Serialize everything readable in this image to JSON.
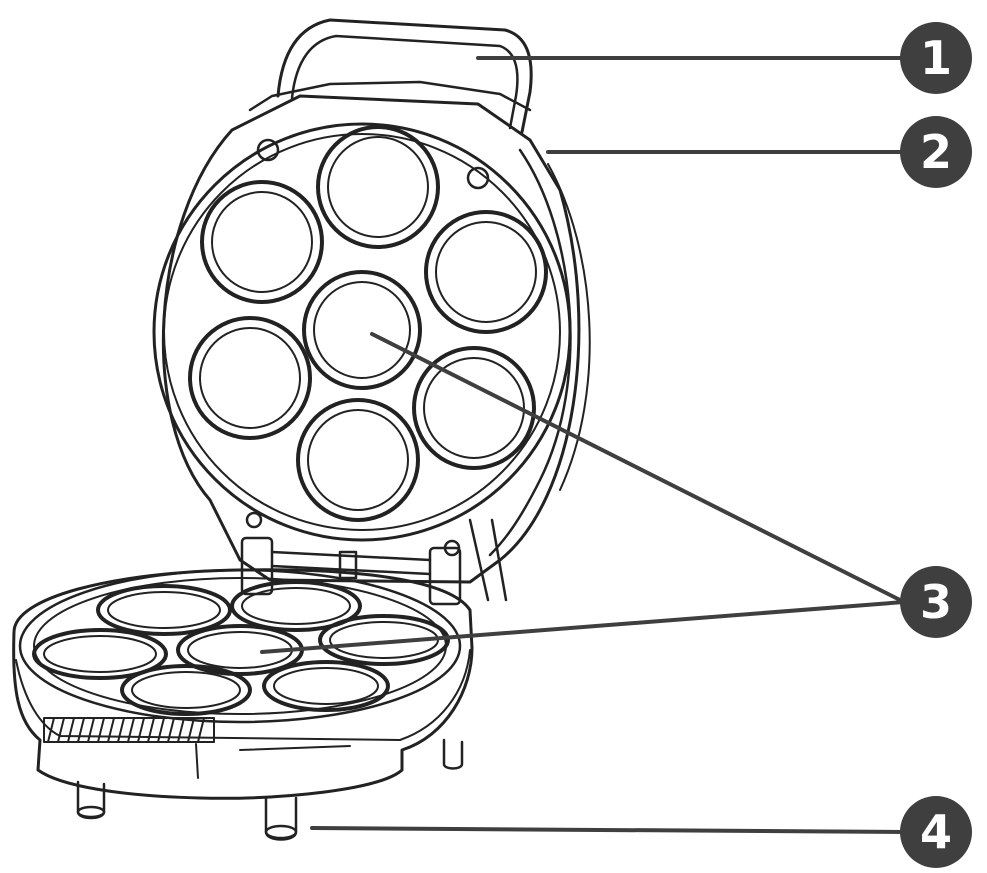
{
  "diagram": {
    "line_color": "#222222",
    "leader_color": "#3f3f3f",
    "badge_color": "#3f3f3f",
    "callouts": [
      {
        "number": "1"
      },
      {
        "number": "2"
      },
      {
        "number": "3"
      },
      {
        "number": "4"
      }
    ]
  }
}
